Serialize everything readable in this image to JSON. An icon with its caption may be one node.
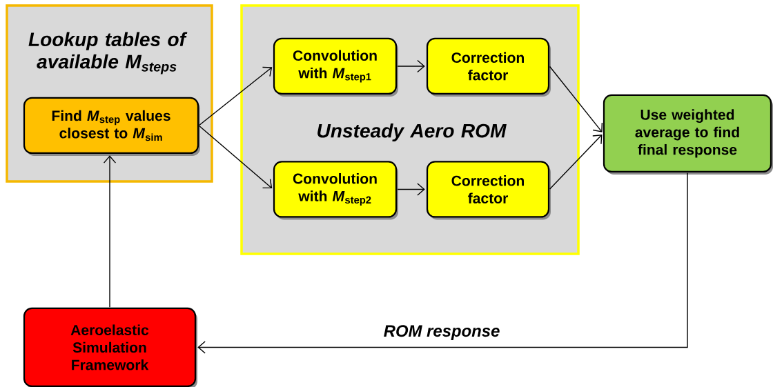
{
  "diagram": {
    "nodes": [
      {
        "text": [
          "Lookup tables of available M$_{steps}$"
        ]
      },
      {
        "text": [
          "Find *M*$_{step}$ values closest to *M*$_{sim}$"
        ],
        "in": 0
      },
      {
        "text": [
          "Unsteady Aero ROM"
        ]
      },
      {
        "text": [
          "Convolution with *M*$_{step1}$"
        ],
        "in": 2
      },
      {
        "text": [
          "Correction factor"
        ],
        "in": 2
      },
      {
        "text": [
          "Convolution with *M*$_{step2}$"
        ],
        "in": 2
      },
      {
        "text": [
          "Correction factor"
        ],
        "in": 2
      },
      {
        "text": [
          "Use weighted average to find final response"
        ]
      },
      {
        "text": [
          "Aeroelastic Simulation Framework"
        ]
      }
    ],
    "edges": [
      {
        "from": 1,
        "to": 3,
        "arrow": "to"
      },
      {
        "from": 1,
        "to": 5,
        "arrow": "to"
      },
      {
        "from": 3,
        "to": 4,
        "arrow": "to"
      },
      {
        "from": 5,
        "to": 6,
        "arrow": "to"
      },
      {
        "from": 4,
        "to": 7,
        "arrow": "to"
      },
      {
        "from": 6,
        "to": 7,
        "arrow": "to"
      },
      {
        "from": 7,
        "to": 8,
        "arrow": "to",
        "label": "ROM response"
      },
      {
        "from": 8,
        "to": 1,
        "arrow": "to"
      }
    ]
  }
}
